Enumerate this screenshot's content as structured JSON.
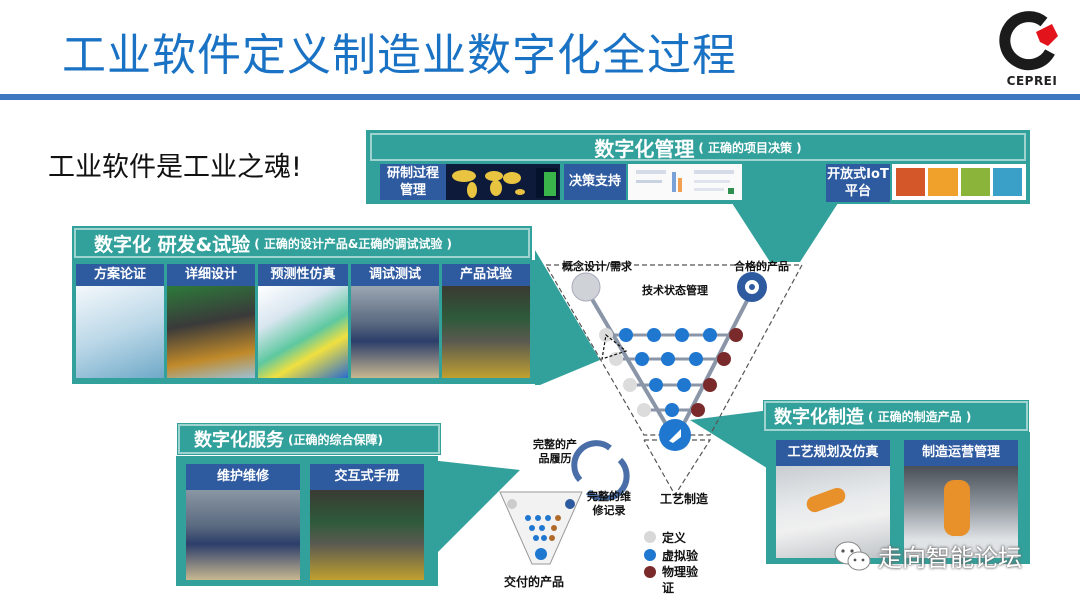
{
  "header": {
    "title": "工业软件定义制造业数字化全过程",
    "logo_text": "CEPREI",
    "slogan": "工业软件是工业之魂!"
  },
  "colors": {
    "title_blue": "#1a72c4",
    "rule_blue": "#3d78c0",
    "teal": "#33a19b",
    "tile_blue": "#2e5aa0",
    "node_definition": "#d8d8d8",
    "node_virtual": "#1f77d0",
    "node_physical": "#7a2a2a"
  },
  "management": {
    "title": "数字化管理",
    "subtitle": "( 正确的项目决策 )",
    "items": [
      {
        "label": "研制过程管理"
      },
      {
        "label": "决策支持"
      },
      {
        "label": "开放式IoT平台"
      }
    ]
  },
  "rnd": {
    "title": "数字化 研发&试验",
    "subtitle": "( 正确的设计产品&正确的调试试验 )",
    "tiles": [
      {
        "label": "方案论证"
      },
      {
        "label": "详细设计"
      },
      {
        "label": "预测性仿真"
      },
      {
        "label": "调试测试"
      },
      {
        "label": "产品试验"
      }
    ]
  },
  "service": {
    "title": "数字化服务",
    "subtitle": "(正确的综合保障)",
    "tiles": [
      {
        "label": "维护维修"
      },
      {
        "label": "交互式手册"
      }
    ]
  },
  "manufacturing": {
    "title": "数字化制造",
    "subtitle": "( 正确的制造产品 )",
    "tiles": [
      {
        "label": "工艺规划及仿真"
      },
      {
        "label": "制造运营管理"
      }
    ]
  },
  "vdiagram": {
    "top_left": "概念设计/需求",
    "top_right": "合格的产品",
    "center": "技术状态管理",
    "bottom": "工艺制造",
    "cycle_top": "完整的产品履历",
    "cycle_bottom": "完整的维修记录",
    "delivered": "交付的产品"
  },
  "legend": [
    {
      "label": "定义",
      "color": "#d8d8d8"
    },
    {
      "label": "虚拟验",
      "color": "#1f77d0"
    },
    {
      "label": "物理验证",
      "color": "#7a2a2a"
    }
  ],
  "watermark": "走向智能论坛"
}
